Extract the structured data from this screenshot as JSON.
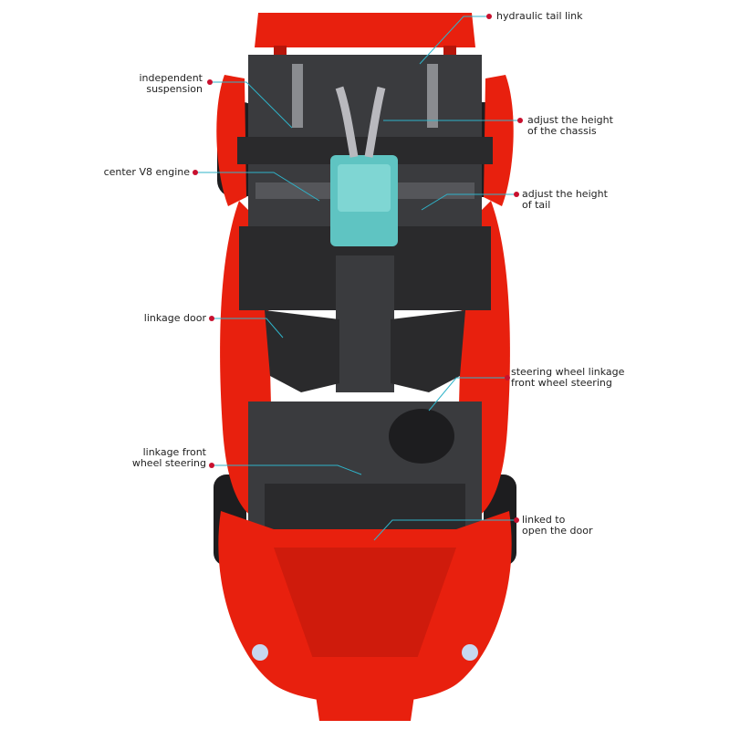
{
  "colors": {
    "body_red": "#e8200e",
    "body_dark_red": "#b5160a",
    "frame_black": "#2a2a2c",
    "frame_gray": "#55565a",
    "engine_teal": "#5fc4c2",
    "callout_line": "#2fb3c9",
    "callout_dot": "#c8102e",
    "text": "#222222"
  },
  "annotations": [
    {
      "id": "hydraulic-tail-link",
      "lines": [
        "hydraulic tail link"
      ]
    },
    {
      "id": "independent-suspension",
      "lines": [
        "independent",
        "suspension"
      ]
    },
    {
      "id": "adjust-chassis-height",
      "lines": [
        "adjust the height",
        "of the chassis"
      ]
    },
    {
      "id": "center-v8-engine",
      "lines": [
        "center V8 engine"
      ]
    },
    {
      "id": "adjust-tail-height",
      "lines": [
        "adjust the height",
        "of tail"
      ]
    },
    {
      "id": "linkage-door",
      "lines": [
        "linkage door"
      ]
    },
    {
      "id": "steering-wheel-linkage",
      "lines": [
        "steering wheel linkage",
        "front wheel steering"
      ]
    },
    {
      "id": "linkage-front-wheel-steering",
      "lines": [
        "linkage front",
        "wheel steering"
      ]
    },
    {
      "id": "linked-to-open-door",
      "lines": [
        "linked to",
        "open the door"
      ]
    }
  ]
}
